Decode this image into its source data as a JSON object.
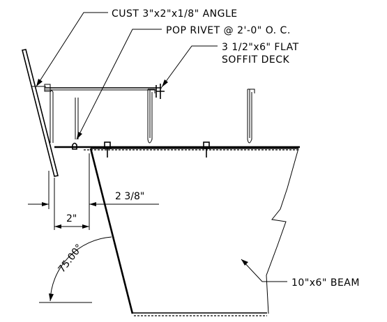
{
  "labels": {
    "angle": "CUST 3\"x2\"x1/8\" ANGLE",
    "rivet": "POP RIVET @ 2'-0\" O. C.",
    "deck_line1": "3 1/2\"x6\" FLAT",
    "deck_line2": "SOFFIT DECK",
    "beam": "10\"x6\" BEAM"
  },
  "dimensions": {
    "width_small": "2\"",
    "width_large": "2 3/8\"",
    "angle": "75.00°"
  },
  "colors": {
    "line": "#000000",
    "background": "#ffffff"
  }
}
